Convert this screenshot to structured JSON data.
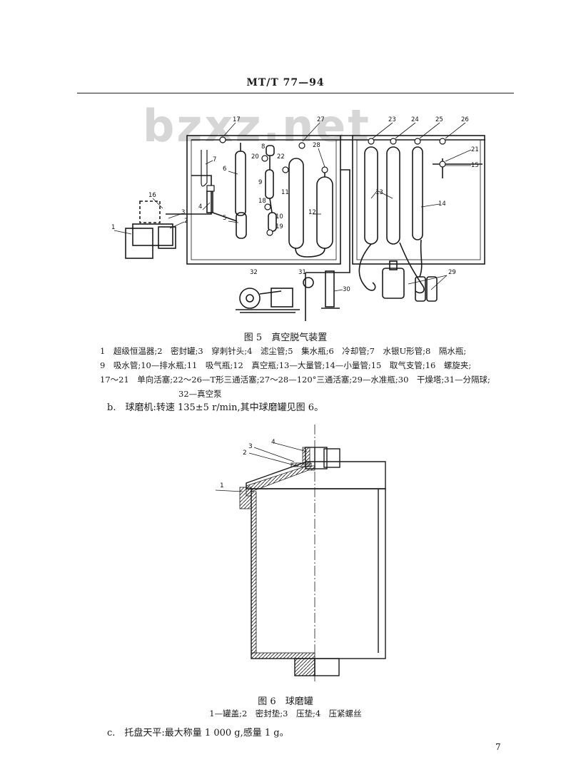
{
  "header": {
    "standard_code": "MT/T 77—94",
    "watermark": "bzxz.net"
  },
  "figure5": {
    "labels": [
      "1",
      "2",
      "3",
      "4",
      "5",
      "6",
      "7",
      "8",
      "9",
      "10",
      "11",
      "12",
      "13",
      "14",
      "15",
      "16",
      "17",
      "18",
      "19",
      "20",
      "21",
      "22",
      "23",
      "24",
      "25",
      "26",
      "27",
      "28",
      "29",
      "30",
      "31",
      "32"
    ],
    "caption": "图 5　真空脱气装置",
    "legend_lines": [
      "1　超级恒温器;2　密封罐;3　穿刺针头;4　滤尘管;5　集水瓶;6　冷却管;7　水银U形管;8　隔水瓶;",
      "9　吸水管;10—排水瓶;11　吸气瓶;12　真空瓶;13—大量管;14—小量管;15　取气支管;16　螺旋夹;",
      "17～21　单向活塞;22～26—T形三通活塞;27～28—120°三通活塞;29—水准瓶;30　干燥塔;31—分隔球;",
      "32—真空泵"
    ]
  },
  "para_b": "b.　球磨机:转速 135±5 r/min,其中球磨罐见图 6。",
  "figure6": {
    "labels": [
      "1",
      "2",
      "3",
      "4"
    ],
    "caption": "图 6　球磨罐",
    "legend": "1—罐盖;2　密封垫;3　压垫;4　压紧螺丝"
  },
  "para_c": "c.　托盘天平:最大称量 1 000 g,感量 1 g。",
  "page_number": "7"
}
